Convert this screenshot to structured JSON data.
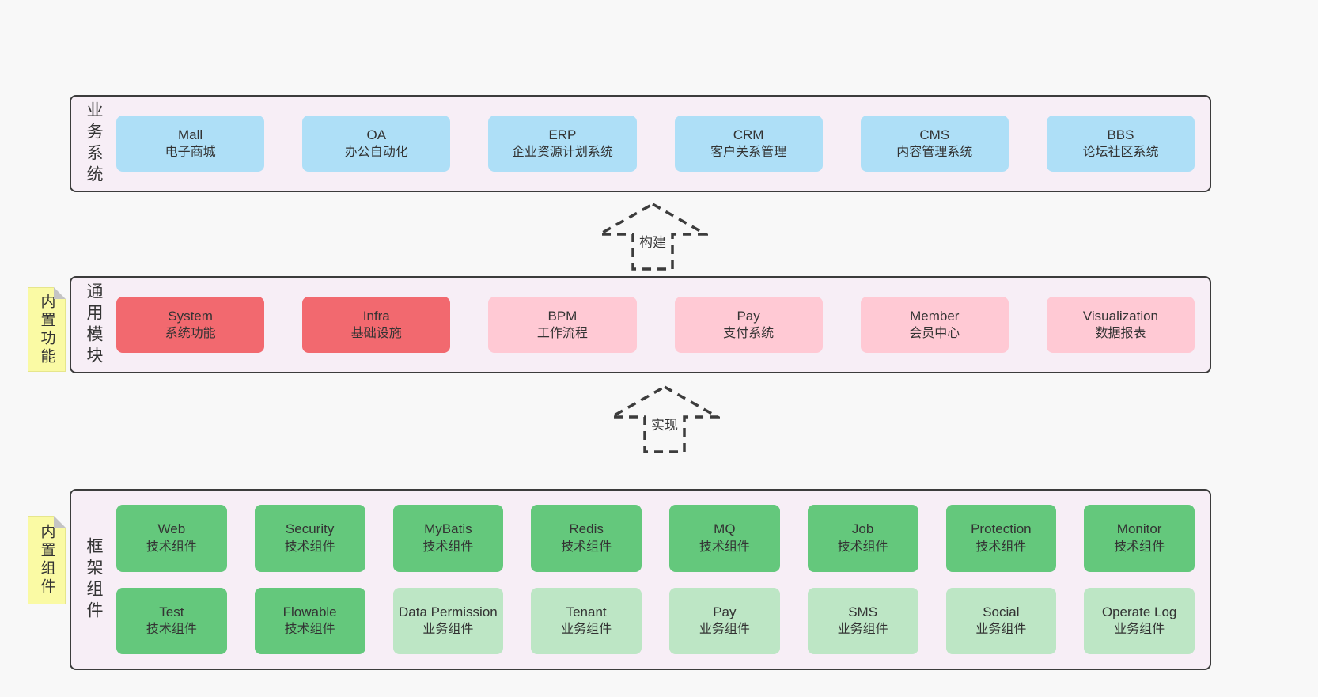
{
  "palette": {
    "page_bg": "#f8f8f8",
    "section_bg": "#f7eef6",
    "section_border": "#3c3c3c",
    "blue": "#aedff7",
    "red": "#f2696f",
    "pink": "#ffc9d4",
    "green_dark": "#64c87c",
    "green_light": "#bde6c5",
    "sticky_yellow": "#fafaa4",
    "text": "#333333"
  },
  "sections": [
    {
      "id": "business",
      "label_vertical": "业务系统",
      "boxes": [
        {
          "name": "Mall",
          "desc": "电子商城",
          "variant": "blue"
        },
        {
          "name": "OA",
          "desc": "办公自动化",
          "variant": "blue"
        },
        {
          "name": "ERP",
          "desc": "企业资源计划系统",
          "variant": "blue"
        },
        {
          "name": "CRM",
          "desc": "客户关系管理",
          "variant": "blue"
        },
        {
          "name": "CMS",
          "desc": "内容管理系统",
          "variant": "blue"
        },
        {
          "name": "BBS",
          "desc": "论坛社区系统",
          "variant": "blue"
        }
      ]
    },
    {
      "id": "modules",
      "sticky": "内置功能",
      "label_vertical": "通用模块",
      "boxes": [
        {
          "name": "System",
          "desc": "系统功能",
          "variant": "red"
        },
        {
          "name": "Infra",
          "desc": "基础设施",
          "variant": "red"
        },
        {
          "name": "BPM",
          "desc": "工作流程",
          "variant": "pink"
        },
        {
          "name": "Pay",
          "desc": "支付系统",
          "variant": "pink"
        },
        {
          "name": "Member",
          "desc": "会员中心",
          "variant": "pink"
        },
        {
          "name": "Visualization",
          "desc": "数据报表",
          "variant": "pink"
        }
      ]
    },
    {
      "id": "framework",
      "sticky": "内置组件",
      "label_vertical": "框架组件",
      "rows": [
        [
          {
            "name": "Web",
            "desc": "技术组件",
            "variant": "green"
          },
          {
            "name": "Security",
            "desc": "技术组件",
            "variant": "green"
          },
          {
            "name": "MyBatis",
            "desc": "技术组件",
            "variant": "green"
          },
          {
            "name": "Redis",
            "desc": "技术组件",
            "variant": "green"
          },
          {
            "name": "MQ",
            "desc": "技术组件",
            "variant": "green"
          },
          {
            "name": "Job",
            "desc": "技术组件",
            "variant": "green"
          },
          {
            "name": "Protection",
            "desc": "技术组件",
            "variant": "green"
          },
          {
            "name": "Monitor",
            "desc": "技术组件",
            "variant": "green"
          }
        ],
        [
          {
            "name": "Test",
            "desc": "技术组件",
            "variant": "green"
          },
          {
            "name": "Flowable",
            "desc": "技术组件",
            "variant": "green"
          },
          {
            "name": "Data Permission",
            "desc": "业务组件",
            "variant": "green-light"
          },
          {
            "name": "Tenant",
            "desc": "业务组件",
            "variant": "green-light"
          },
          {
            "name": "Pay",
            "desc": "业务组件",
            "variant": "green-light"
          },
          {
            "name": "SMS",
            "desc": "业务组件",
            "variant": "green-light"
          },
          {
            "name": "Social",
            "desc": "业务组件",
            "variant": "green-light"
          },
          {
            "name": "Operate Log",
            "desc": "业务组件",
            "variant": "green-light"
          }
        ]
      ]
    }
  ],
  "arrows": [
    {
      "label": "构建"
    },
    {
      "label": "实现"
    }
  ]
}
